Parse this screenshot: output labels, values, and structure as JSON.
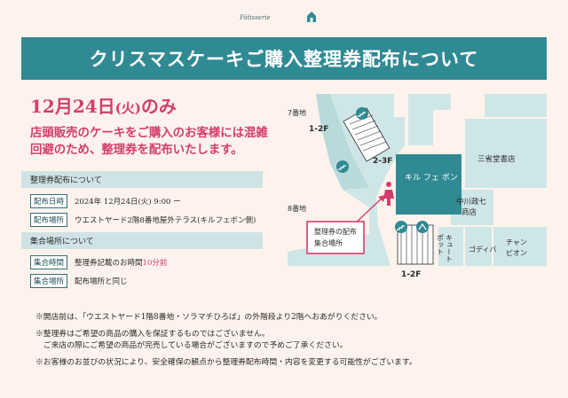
{
  "brand": {
    "logo_text": "Pâtisserie"
  },
  "banner": {
    "title": "クリスマスケーキご購入整理券配布について"
  },
  "headline": {
    "date": "12月24日",
    "weekday": "(火)",
    "suffix": "のみ"
  },
  "lead": {
    "text": "店頭販売のケーキをご購入のお客様には混雑回避のため、整理券を配布いたします。"
  },
  "section_distribution": {
    "title": "整理券配布について",
    "rows": [
      {
        "label": "配布日時",
        "value": "2024年 12月24日(火) 9:00 ー",
        "accent": ""
      },
      {
        "label": "配布場所",
        "value": "ウエストヤード2階8番地屋外テラス(キルフェボン側)",
        "accent": ""
      }
    ]
  },
  "section_meeting": {
    "title": "集合場所について",
    "rows": [
      {
        "label": "集合時間",
        "value": "整理券記載のお時間",
        "accent": "10分前"
      },
      {
        "label": "集合場所",
        "value": "配布場所と同じ",
        "accent": ""
      }
    ]
  },
  "notes": [
    "※開店前は、「ウエストヤード1階8番地・ソラマチひろば」の外階段より2階へおあがりください。",
    "※整理券はご希望の商品の購入を保証するものではございません。",
    "　ご来店の際にご希望の商品が完売している場合がございますので予めご了承ください。",
    "※お客様のお並びの状況により、安全確保の観点から整理券配布時間・内容を変更する可能性がございます。"
  ],
  "map": {
    "area_7": "7番地",
    "area_8": "8番地",
    "floor_1_2_top": "1-2F",
    "floor_2_3": "2-3F",
    "floor_1_2_bottom": "1-2F",
    "store_kirufebon": "キル フェ ボン",
    "store_sanseido": "三省堂書店",
    "store_nakagawa_1": "中川政七",
    "store_nakagawa_2": "商店",
    "store_kitte": "キュート",
    "store_potto": "ポット",
    "store_godiva": "ゴディバ",
    "store_champion_1": "チャン",
    "store_champion_2": "ピオン",
    "callout_1": "整理券の配布",
    "callout_2": "集合場所",
    "colors": {
      "teal": "#2f8a94",
      "light_teal": "#c7e1e2",
      "pink": "#d43e6b"
    }
  }
}
